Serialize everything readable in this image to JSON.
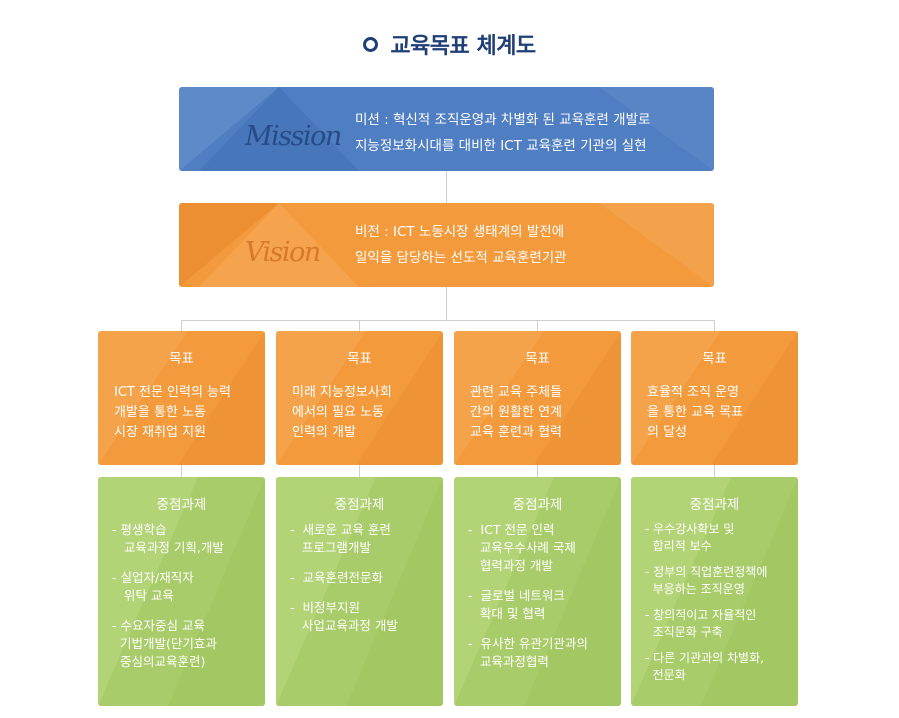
{
  "title": "교육목표 체계도",
  "mission": {
    "word": "Mission",
    "lines": [
      "미션 : 혁신적 조직운영과 차별화 된 교육훈련 개발로",
      "지능정보화시대를 대비한 ICT 교육훈련 기관의 실현"
    ]
  },
  "vision": {
    "word": "Vision",
    "lines": [
      "비전 : ICT 노동시장 생태계의 발전에",
      "일익을 담당하는 선도적 교육훈련기관"
    ]
  },
  "goals": [
    {
      "caption": "목표",
      "lines": [
        "ICT 전문 인력의 능력",
        "개발을 통한 노동",
        "시장 재취업 지원"
      ]
    },
    {
      "caption": "목표",
      "lines": [
        "미래 지능정보사회",
        "에서의 필요 노동",
        "인력의 개발"
      ]
    },
    {
      "caption": "목표",
      "lines": [
        "관련 교육 주체들",
        "간의 원활한 연계",
        "교육 훈련과 협력"
      ]
    },
    {
      "caption": "목표",
      "lines": [
        "효율적 조직 운영",
        "을 통한 교육 목표",
        "의 달성"
      ]
    }
  ],
  "tasks": [
    {
      "caption": "중점과제",
      "items": [
        "- 평생학습\n   교육과정 기획,개발",
        "- 실업자/재직자\n   위탁 교육",
        "- 수요자중심 교육\n  기법개발(단기효과\n  중심의교육훈련)"
      ]
    },
    {
      "caption": "중점과제",
      "items": [
        "-  새로운 교육 훈련\n   프로그램개발",
        "-  교육훈련전문화",
        "-  비정부지원\n   사업교육과정 개발"
      ]
    },
    {
      "caption": "중점과제",
      "items": [
        "-  ICT 전문 인력\n   교육우수사례 국제\n   협력과정 개발",
        "-  글로벌 네트워크\n   확대 및 협력",
        "-  유사한 유관기관과의\n   교육과정협력"
      ]
    },
    {
      "caption": "중점과제",
      "items": [
        "- 우수강사확보 및\n  합리적 보수",
        "- 정부의 직업훈련정책에\n  부응하는 조직운영",
        "- 창의적이고 자율적인\n  조직문화 구축",
        "- 다른 기관과의 차별화,\n  전문화"
      ]
    }
  ],
  "colors": {
    "title": "#1f3f76",
    "mission_bg": "#4f7ec2",
    "vision_bg": "#f39a3c",
    "goal_bg": "#f39a3c",
    "task_bg": "#a9cc6a",
    "connector": "#cfcfcf"
  }
}
